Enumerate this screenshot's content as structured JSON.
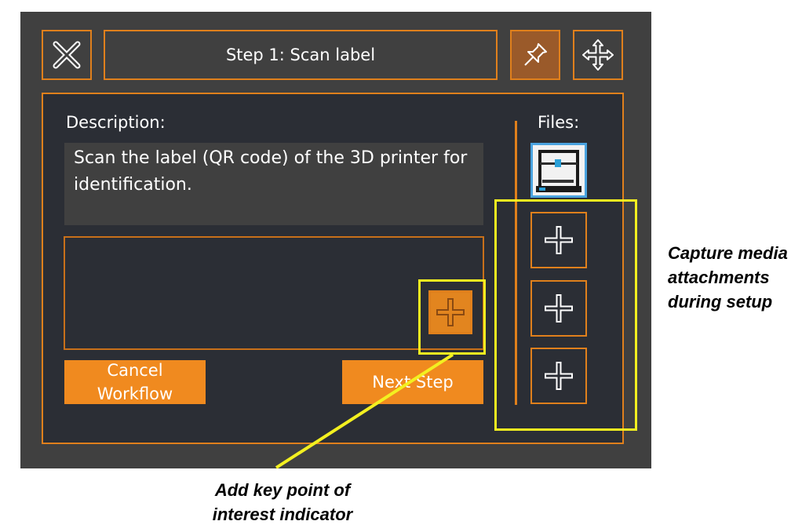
{
  "window": {
    "title": "Step 1: Scan label",
    "close_icon": "close-x-icon",
    "pin_icon": "pin-icon",
    "move_icon": "move-arrows-icon"
  },
  "description": {
    "label": "Description:",
    "text": "Scan the label (QR code) of the 3D printer for identification."
  },
  "files": {
    "label": "Files:",
    "thumbnail": "3d-printer-thumbnail",
    "add_buttons": [
      "add-media-1",
      "add-media-2",
      "add-media-3"
    ]
  },
  "buttons": {
    "cancel": "Cancel Workflow",
    "next": "Next Step",
    "add_keypoint": "plus-icon"
  },
  "annotations": {
    "media": "Capture media attachments during setup",
    "keypoint": "Add key point of interest indicator"
  },
  "colors": {
    "accent": "#e0801c",
    "button": "#f08a1f",
    "highlight": "#f3f020",
    "panel": "#404040",
    "surface": "#2b2e35"
  }
}
